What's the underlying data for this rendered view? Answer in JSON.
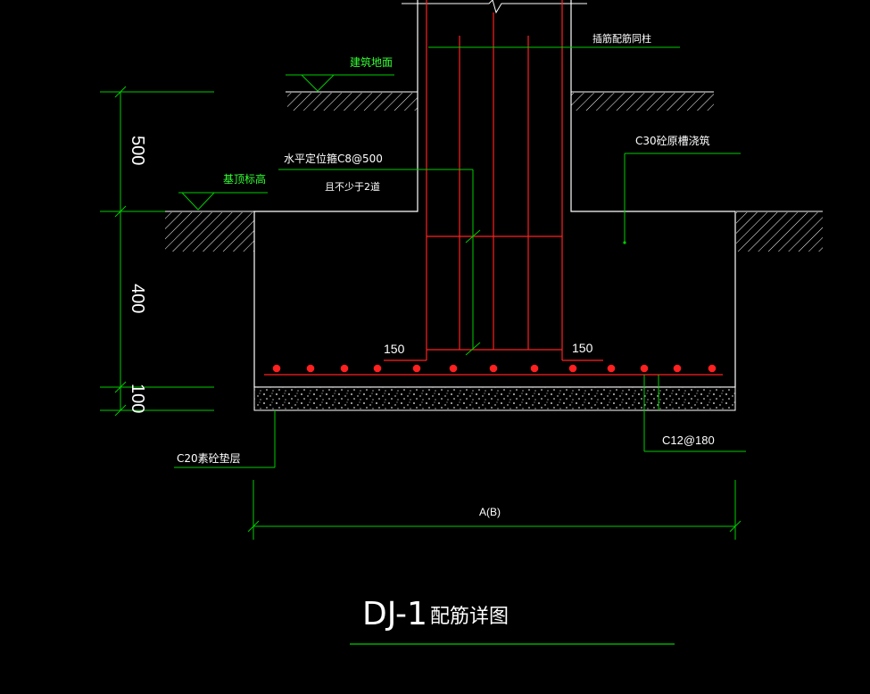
{
  "labels": {
    "building_ground": "建筑地面",
    "dowel_rebar": "插筋配筋同柱",
    "concrete_c30": "C30砼原槽浇筑",
    "horizontal_stirrup_line1": "水平定位箍C8@500",
    "horizontal_stirrup_line2": "且不少于2道",
    "foundation_top_elevation": "基顶标高",
    "cover_left": "150",
    "cover_right": "150",
    "bottom_rebar": "C12@180",
    "cushion_layer": "C20素砼垫层",
    "width_dim": "A(B)"
  },
  "dimensions": {
    "dim_500": "500",
    "dim_400": "400",
    "dim_100": "100"
  },
  "title": {
    "code": "DJ-1",
    "name": "配筋详图"
  },
  "colors": {
    "background": "#000000",
    "outline": "#ffffff",
    "rebar": "#ff2020",
    "dimension": "#00cc00",
    "green_text": "#33ff33",
    "text": "#ffffff"
  },
  "bottom_bar_count": 13
}
